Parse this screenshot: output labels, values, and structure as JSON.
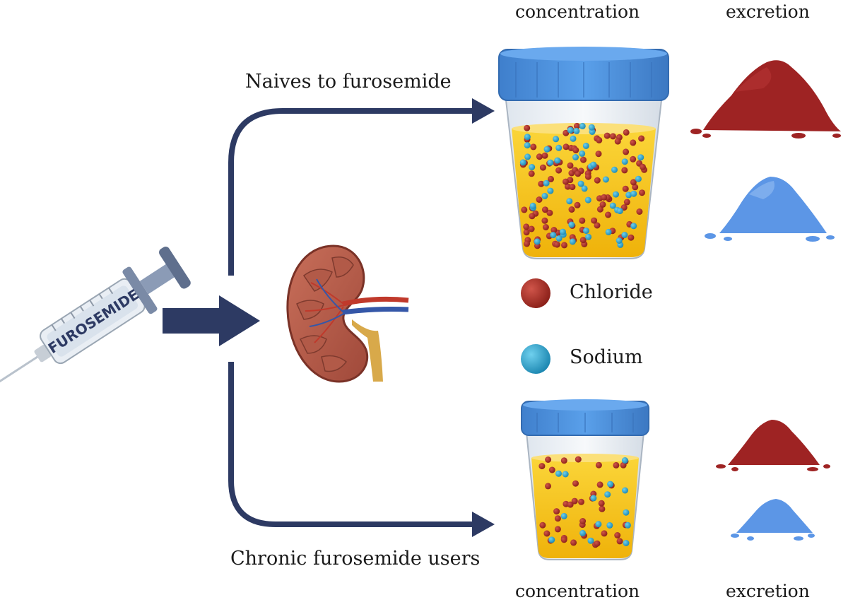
{
  "header": {
    "concentration_top": "concentration",
    "excretion_top": "excretion",
    "concentration_bottom": "concentration",
    "excretion_bottom": "excretion"
  },
  "pathways": {
    "naive_label": "Naives to furosemide",
    "chronic_label": "Chronic furosemide users"
  },
  "syringe": {
    "label": "FUROSEMIDE"
  },
  "legend": {
    "chloride": {
      "label": "Chloride",
      "color": "#a32a22"
    },
    "sodium": {
      "label": "Sodium",
      "color": "#2aa0c8"
    }
  },
  "colors": {
    "arrow": "#2d3a63",
    "urine": "#f6c21a",
    "lid": "#4a8fdd",
    "chloride_pile": "#9e2323",
    "sodium_pile": "#5c96e6"
  },
  "icons": [
    "syringe-icon",
    "kidney-icon",
    "urine-cup-icon",
    "powder-pile-icon"
  ]
}
